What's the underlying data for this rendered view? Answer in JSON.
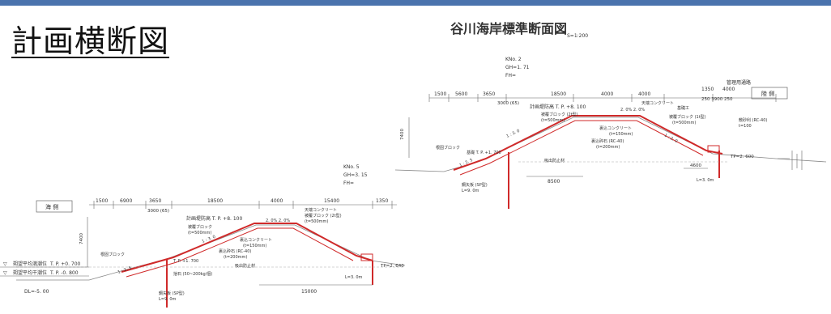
{
  "slide": {
    "title": "計画横断図"
  },
  "drawing": {
    "title": "谷川海岸標準断面図",
    "scale": "S=1:200",
    "upper": {
      "station": "KNo. 2",
      "wave": "GH=1. 71",
      "fh": "FH=",
      "side_label": "陸 側",
      "dims": [
        "1500",
        "5600",
        "3650",
        "3000 (65)",
        "18500",
        "4000",
        "4000",
        "1350",
        "4000",
        "250 3900 250",
        "8500",
        "4600"
      ],
      "height": "7400",
      "crest": "計画堤防高 T. P. +8. 100",
      "slope_text": "2. 0% 2. 0%",
      "road": "管理用通路",
      "notes": [
        "天端コンクリート",
        "被覆ブロック (2t型)",
        "(t=500mm)",
        "裏込コンクリート",
        "(t=150mm)",
        "裏込砕石 (RC-40)",
        "(t=200mm)",
        "根固ブロック",
        "吸出防止材",
        "基礎工",
        "被覆ブロック (1t型)",
        "(t=500mm)",
        "基礎 T. P. +1. 700",
        "鋼矢板 (SP型)",
        "L=9. 0m",
        "敷砂利 (RC-40)",
        "t=100",
        "TP=2. 600",
        "L=3. 0m"
      ],
      "slope_labels": [
        "1 : 2. 5",
        "1 : 3. 0",
        "1 : 2. 0"
      ]
    },
    "lower": {
      "station": "KNo. 5",
      "wave": "GH=3. 15",
      "fh": "FH=",
      "side_label": "海 側",
      "dims": [
        "1500",
        "6900",
        "3650",
        "3000 (65)",
        "18500",
        "4000",
        "15400",
        "1350",
        "15000"
      ],
      "height": "7400",
      "crest": "計画堤防高 T. P. +8. 100",
      "slope_text": "2. 0% 2. 0%",
      "notes": [
        "天端コンクリート",
        "被覆ブロック (2t型)",
        "(t=500mm)",
        "根固ブロック",
        "被覆ブロック",
        "(t=500mm)",
        "裏込コンクリート",
        "(t=150mm)",
        "裏込砕石 (RC-40)",
        "(t=200mm)",
        "吸出防止材",
        "捨石 (50~200kg/個)",
        "鋼矢板 (SP型)",
        "L=9. 0m",
        "T. P. +1. 700",
        "TP=2. 640",
        "L=3. 0m"
      ],
      "slope_labels": [
        "1 : 2. 5",
        "1 : 3. 0"
      ]
    },
    "water_levels": [
      {
        "name": "朔望平均満潮位",
        "value": "T. P. +0. 700"
      },
      {
        "name": "朔望平均干潮位",
        "value": "T. P. -0. 800"
      }
    ],
    "datum": "DL=-5. 00"
  }
}
